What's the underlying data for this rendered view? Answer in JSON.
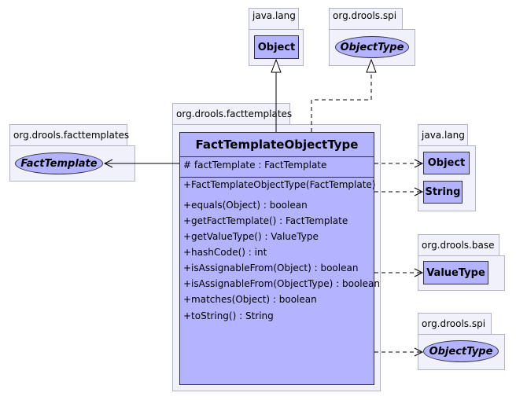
{
  "packages": {
    "java_lang_top": "java.lang",
    "drools_spi_top": "org.drools.spi",
    "facttemplates_main": "org.drools.facttemplates",
    "facttemplates_left": "org.drools.facttemplates",
    "java_lang_right": "java.lang",
    "drools_base": "org.drools.base",
    "drools_spi_bottom": "org.drools.spi"
  },
  "classes": {
    "object_top": "Object",
    "objecttype_top": "ObjectType",
    "facttemplate": "FactTemplate",
    "object_right": "Object",
    "string_right": "String",
    "valuetype": "ValueType",
    "objecttype_bottom": "ObjectType"
  },
  "main_class": {
    "name": "FactTemplateObjectType",
    "attributes": [
      "# factTemplate : FactTemplate"
    ],
    "constructor": "+FactTemplateObjectType(FactTemplate)",
    "methods": [
      "+equals(Object) : boolean",
      "+getFactTemplate() : FactTemplate",
      "+getValueType() : ValueType",
      "+hashCode() : int",
      "+isAssignableFrom(Object) : boolean",
      "+isAssignableFrom(ObjectType) : boolean",
      "+matches(Object) : boolean",
      "+toString() : String"
    ]
  }
}
